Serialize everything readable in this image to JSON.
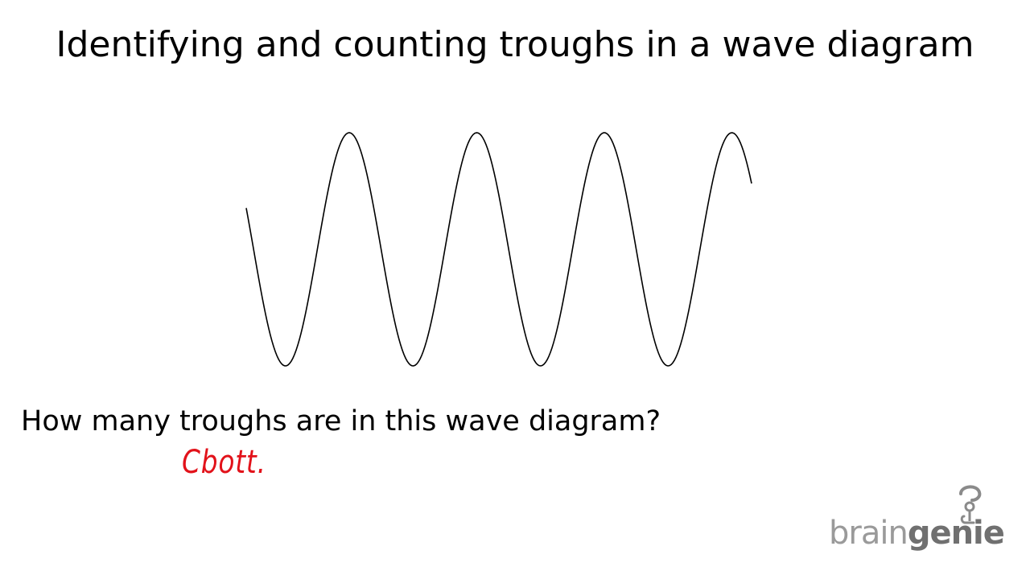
{
  "slide": {
    "title": "Identifying and counting troughs in a wave diagram",
    "question": "How many troughs are in this wave diagram?",
    "handwritten_answer": "Cbott."
  },
  "logo": {
    "brain": "brain",
    "genie": "genie",
    "icon": "genie-lamp-icon"
  },
  "colors": {
    "wave_stroke": "#000000",
    "handwriting": "#e2121a",
    "logo_brain": "#9a9a9a",
    "logo_genie": "#707070"
  }
}
